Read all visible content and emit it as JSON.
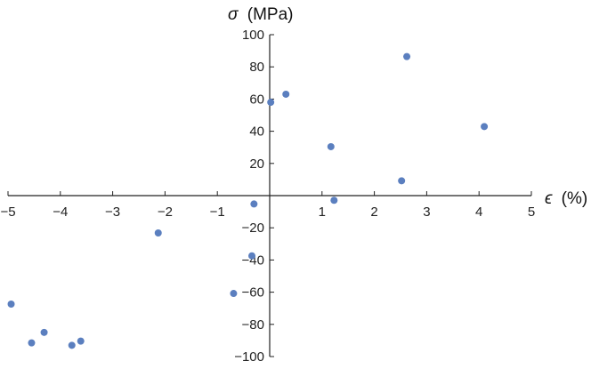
{
  "chart_data": {
    "type": "scatter",
    "title": "",
    "xlabel_symbol": "ϵ",
    "xlabel_unit": "(%)",
    "ylabel_symbol": "σ",
    "ylabel_unit": "(MPa)",
    "xlim": [
      -5,
      5
    ],
    "ylim": [
      -100,
      100
    ],
    "x_ticks": [
      "-5",
      "-4",
      "-3",
      "-2",
      "-1",
      "1",
      "2",
      "3",
      "4",
      "5"
    ],
    "y_ticks": [
      "100",
      "80",
      "60",
      "40",
      "20",
      "-20",
      "-40",
      "-60",
      "-80",
      "-100"
    ],
    "grid": false,
    "marker_color": "#5b7fbf",
    "points": [
      {
        "x": -4.94,
        "y": -67.4
      },
      {
        "x": -4.55,
        "y": -91.5
      },
      {
        "x": -4.31,
        "y": -85.0
      },
      {
        "x": -3.78,
        "y": -93.0
      },
      {
        "x": -3.61,
        "y": -90.4
      },
      {
        "x": -2.13,
        "y": -23.2
      },
      {
        "x": -0.69,
        "y": -60.8
      },
      {
        "x": -0.34,
        "y": -37.4
      },
      {
        "x": -0.3,
        "y": -5.2
      },
      {
        "x": 0.02,
        "y": 58.0
      },
      {
        "x": 0.31,
        "y": 63.0
      },
      {
        "x": 1.17,
        "y": 30.4
      },
      {
        "x": 1.23,
        "y": -2.9
      },
      {
        "x": 2.52,
        "y": 9.2
      },
      {
        "x": 2.62,
        "y": 86.4
      },
      {
        "x": 4.1,
        "y": 42.9
      }
    ]
  }
}
